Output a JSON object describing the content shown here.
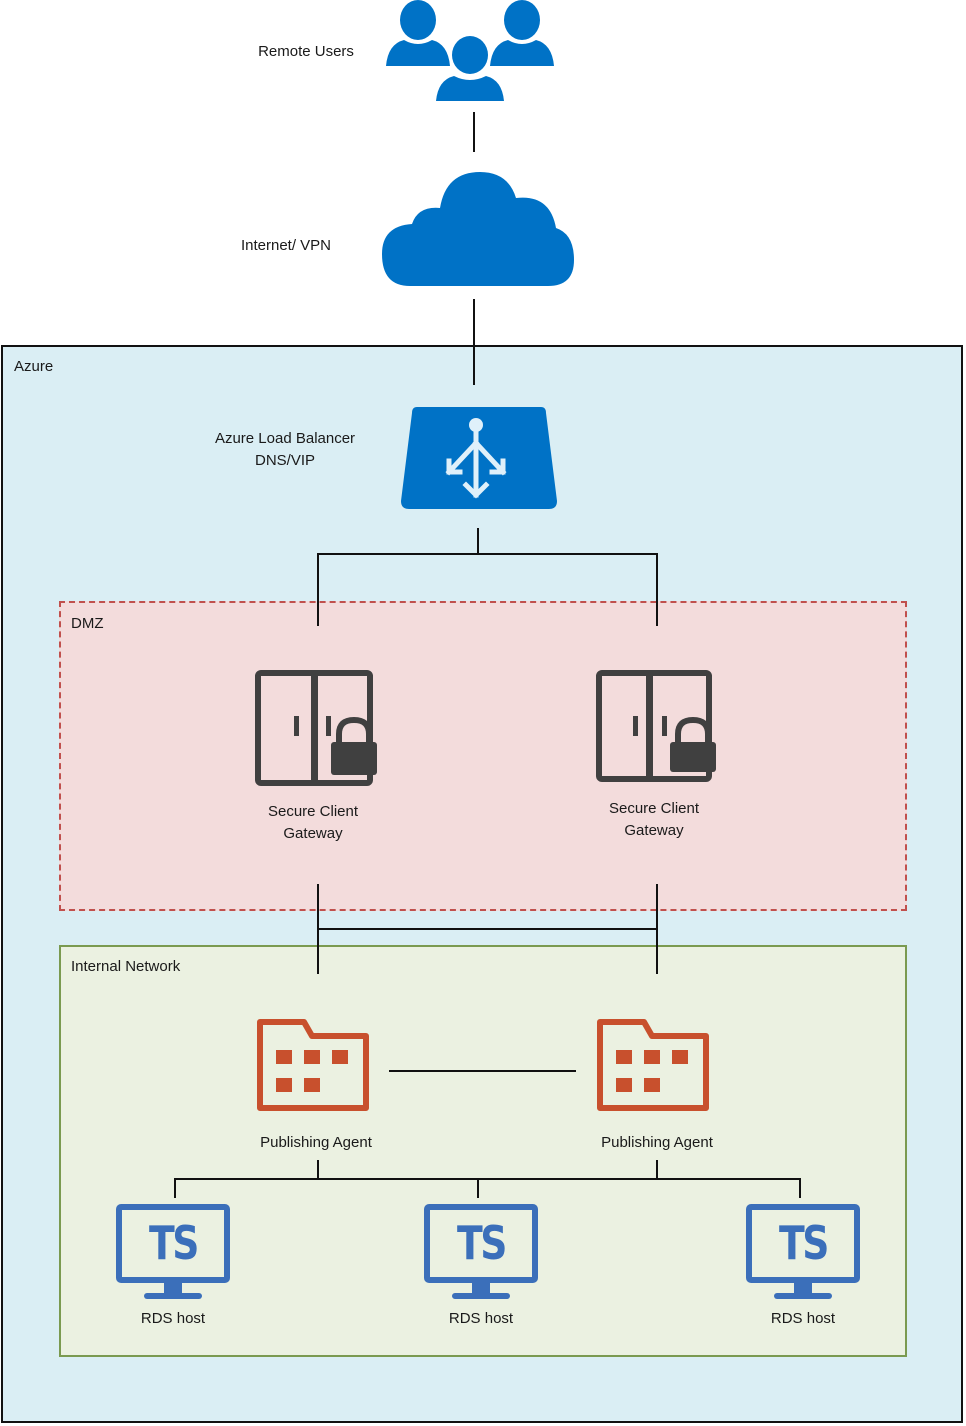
{
  "diagram": {
    "nodes": {
      "remote_users": {
        "label": "Remote Users",
        "icon": "users-icon"
      },
      "internet": {
        "label": "Internet/ VPN",
        "icon": "cloud-icon"
      },
      "load_balancer": {
        "label_line1": "Azure Load Balancer",
        "label_line2": "DNS/VIP",
        "icon": "load-balancer-icon"
      },
      "gateway_1": {
        "label_line1": "Secure Client",
        "label_line2": "Gateway",
        "icon": "secure-gateway-icon"
      },
      "gateway_2": {
        "label_line1": "Secure Client",
        "label_line2": "Gateway",
        "icon": "secure-gateway-icon"
      },
      "agent_1": {
        "label": "Publishing Agent",
        "icon": "publishing-agent-icon"
      },
      "agent_2": {
        "label": "Publishing Agent",
        "icon": "publishing-agent-icon"
      },
      "rds_1": {
        "label": "RDS host",
        "icon": "ts-monitor-icon",
        "icon_text": "TS"
      },
      "rds_2": {
        "label": "RDS host",
        "icon": "ts-monitor-icon",
        "icon_text": "TS"
      },
      "rds_3": {
        "label": "RDS host",
        "icon": "ts-monitor-icon",
        "icon_text": "TS"
      }
    },
    "zones": {
      "azure": {
        "label": "Azure"
      },
      "dmz": {
        "label": "DMZ"
      },
      "internal": {
        "label": "Internal Network"
      }
    },
    "colors": {
      "azure_blue": "#0072c6",
      "gateway_gray": "#404040",
      "agent_orange": "#c8502d",
      "ts_blue": "#3b6fba",
      "azure_zone": "#daeef4",
      "dmz_zone": "#f3dcdc",
      "dmz_border": "#c0504d",
      "internal_zone": "#ebf1e1",
      "internal_border": "#7a9a50"
    },
    "edges": [
      [
        "remote_users",
        "internet"
      ],
      [
        "internet",
        "load_balancer"
      ],
      [
        "load_balancer",
        "gateway_1"
      ],
      [
        "load_balancer",
        "gateway_2"
      ],
      [
        "gateway_1",
        "agent_1"
      ],
      [
        "gateway_1",
        "agent_2"
      ],
      [
        "gateway_2",
        "agent_1"
      ],
      [
        "gateway_2",
        "agent_2"
      ],
      [
        "agent_1",
        "agent_2"
      ],
      [
        "agent_1",
        "rds_1"
      ],
      [
        "agent_1",
        "rds_2"
      ],
      [
        "agent_1",
        "rds_3"
      ],
      [
        "agent_2",
        "rds_1"
      ],
      [
        "agent_2",
        "rds_2"
      ],
      [
        "agent_2",
        "rds_3"
      ]
    ]
  }
}
